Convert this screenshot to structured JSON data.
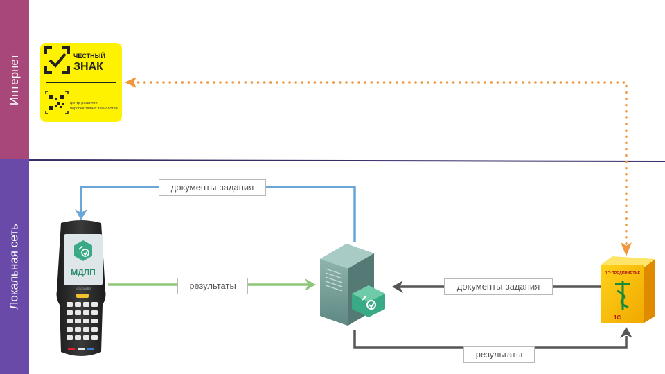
{
  "zones": {
    "internet": "Интернет",
    "local_network": "Локальная сеть"
  },
  "logo": {
    "line1": "ЧЕСТНЫЙ",
    "line2": "ЗНАК",
    "tagline_1": "центр развития",
    "tagline_2": "перспективных технологий"
  },
  "terminal": {
    "app_name": "МДЛП",
    "brand": "NOVOLABS"
  },
  "box_1c": {
    "brand": "1С:ПРЕДПРИЯТИЕ",
    "mark": "1С"
  },
  "labels": {
    "top_tasks": "документы-задания",
    "results_left": "результаты",
    "tasks_right": "документы-задания",
    "results_bottom": "результаты"
  },
  "colors": {
    "internet_band": "#a8487a",
    "local_band": "#6a4aa8",
    "blue_arrow": "#6aa6d8",
    "green_arrow": "#8fc67a",
    "gray_arrow": "#555555",
    "orange_dotted": "#f0963c",
    "logo_yellow": "#fff200"
  }
}
